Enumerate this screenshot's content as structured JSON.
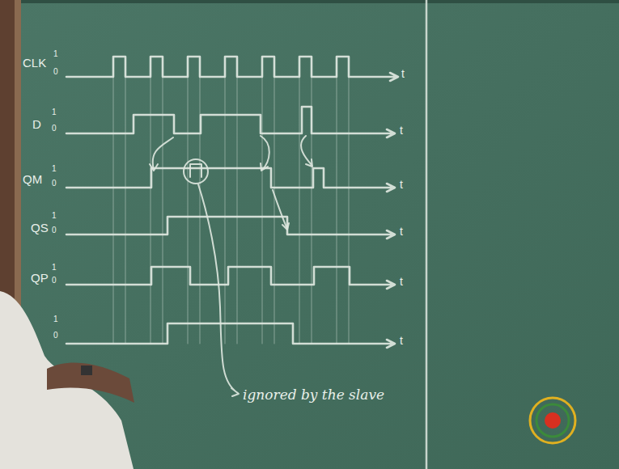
{
  "diagram": {
    "labels": [
      "CLK",
      "1",
      "0",
      "t",
      "D",
      "1",
      "0",
      "t",
      "QM",
      "1",
      "0",
      "t",
      "QS",
      "1",
      "0",
      "t",
      "QP",
      "1",
      "0",
      "t",
      "1",
      "0",
      "t",
      "ignored by the slave"
    ]
  }
}
